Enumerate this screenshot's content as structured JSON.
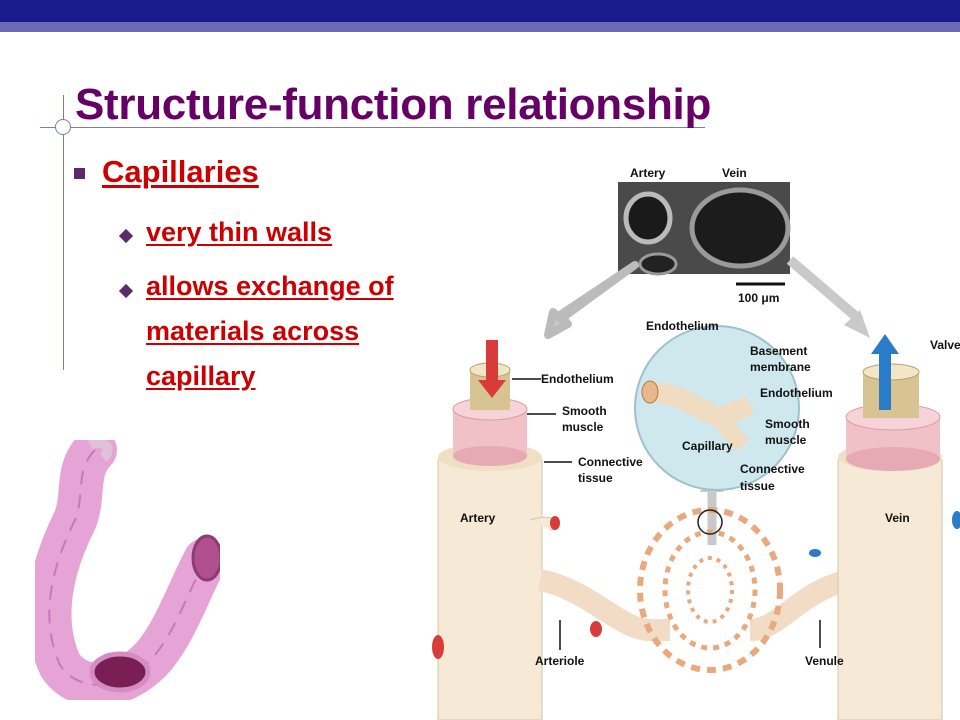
{
  "slide": {
    "title": "Structure-function relationship",
    "bullet": "Capillaries",
    "subbullets": [
      "very thin walls",
      "allows exchange of",
      "materials across",
      "capillary"
    ]
  },
  "figure": {
    "micro_artery": "Artery",
    "micro_vein": "Vein",
    "scale_bar": "100 μm",
    "endothelium_left": "Endothelium",
    "smooth_left_1": "Smooth",
    "smooth_left_2": "muscle",
    "conn_left_1": "Connective",
    "conn_left_2": "tissue",
    "artery": "Artery",
    "arteriole": "Arteriole",
    "cap_endothelium": "Endothelium",
    "basement_1": "Basement",
    "basement_2": "membrane",
    "capillary": "Capillary",
    "valve": "Valve",
    "endothelium_right": "Endothelium",
    "smooth_right_1": "Smooth",
    "smooth_right_2": "muscle",
    "conn_right_1": "Connective",
    "conn_right_2": "tissue",
    "vein": "Vein",
    "venule": "Venule"
  }
}
